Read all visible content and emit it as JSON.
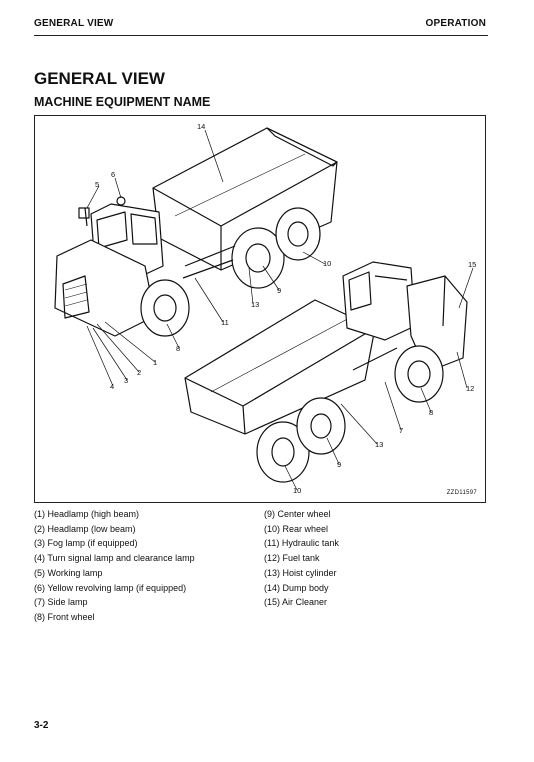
{
  "header": {
    "left": "GENERAL VIEW",
    "right": "OPERATION"
  },
  "title": "GENERAL VIEW",
  "subtitle": "MACHINE EQUIPMENT NAME",
  "figure": {
    "code": "ZZD11597",
    "callouts": [
      "14",
      "6",
      "5",
      "15",
      "10",
      "9",
      "13",
      "11",
      "8",
      "1",
      "2",
      "3",
      "4",
      "12",
      "7",
      "13",
      "9",
      "10",
      "8"
    ]
  },
  "legend_left": [
    "(1) Headlamp (high beam)",
    "(2) Headlamp (low beam)",
    "(3) Fog lamp (if equipped)",
    "(4) Turn signal lamp and clearance lamp",
    "(5) Working lamp",
    "(6) Yellow revolving lamp (if equipped)",
    "(7) Side lamp",
    "(8) Front wheel"
  ],
  "legend_right": [
    "(9) Center wheel",
    "(10) Rear wheel",
    "(11) Hydraulic tank",
    "(12) Fuel tank",
    "(13) Hoist cylinder",
    "(14) Dump body",
    "(15) Air Cleaner"
  ],
  "page_number": "3-2"
}
